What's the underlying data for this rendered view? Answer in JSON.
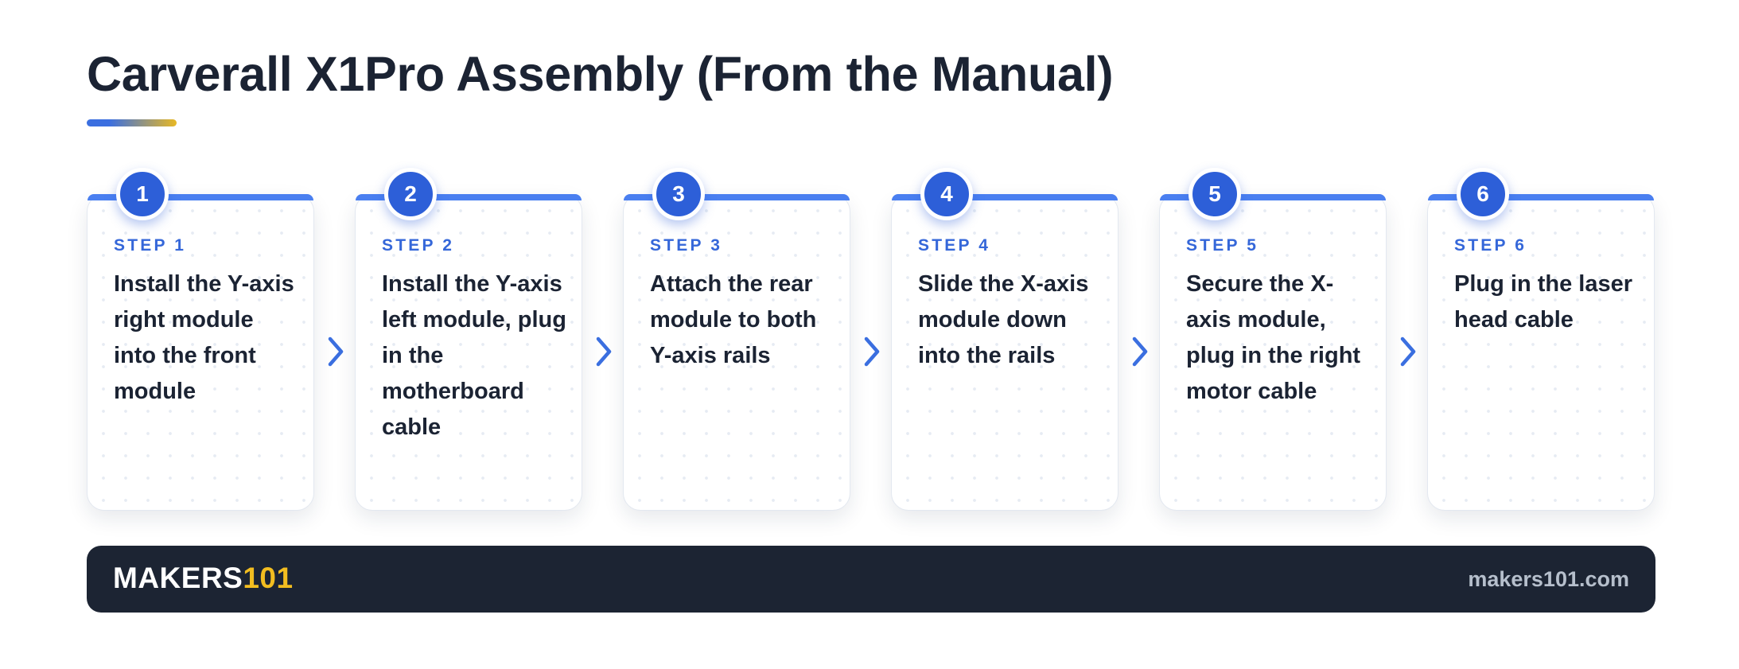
{
  "header": {
    "title": "Carverall X1Pro Assembly (From the Manual)"
  },
  "colors": {
    "accent_blue": "#2d5fd8",
    "accent_yellow": "#f2bd20",
    "footer_bg": "#1c2433",
    "text_dark": "#1b2333"
  },
  "steps": [
    {
      "number": "1",
      "label": "STEP 1",
      "text": "Install the Y-axis right module into the front module"
    },
    {
      "number": "2",
      "label": "STEP 2",
      "text": "Install the Y-axis left module, plug in the motherboard cable"
    },
    {
      "number": "3",
      "label": "STEP 3",
      "text": "Attach the rear module to both Y-axis rails"
    },
    {
      "number": "4",
      "label": "STEP 4",
      "text": "Slide the X-axis module down into the rails"
    },
    {
      "number": "5",
      "label": "STEP 5",
      "text": "Secure the X-axis module, plug in the right motor cable"
    },
    {
      "number": "6",
      "label": "STEP 6",
      "text": "Plug in the laser head cable"
    }
  ],
  "connector_icon": "chevron-right-icon",
  "footer": {
    "brand_main": "MAKERS",
    "brand_accent": "101",
    "site": "makers101.com"
  }
}
